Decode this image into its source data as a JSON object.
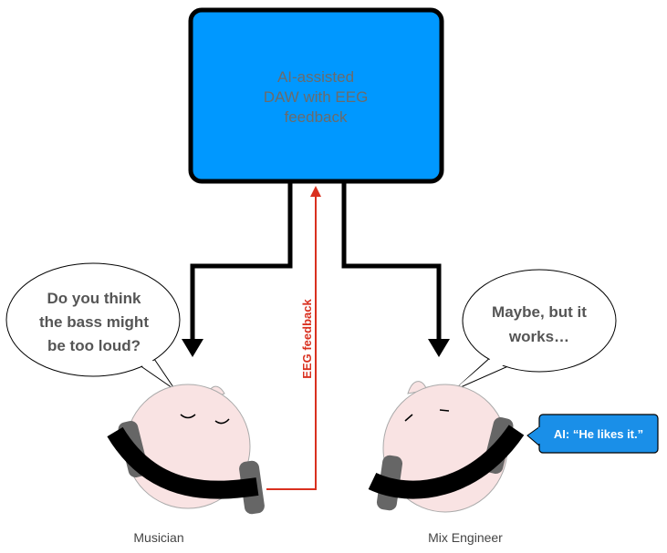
{
  "system_box": {
    "lines": [
      "AI-assisted",
      "DAW with EEG",
      "feedback"
    ],
    "fill": "#0098ff"
  },
  "feedback_label": "EEG feedback",
  "feedback_color": "#d9301f",
  "musician": {
    "name": "Musician",
    "speech_lines": [
      "Do you think",
      "the bass might",
      "be too loud?"
    ]
  },
  "engineer": {
    "name": "Mix Engineer",
    "speech_lines": [
      "Maybe, but it",
      "works…"
    ]
  },
  "ai_callout": {
    "text": "AI: “He likes it.”",
    "fill": "#1a8fe8"
  },
  "colors": {
    "head_fill": "#f9e3e3",
    "headphone_band": "#000000",
    "ear_pad": "#666666"
  }
}
